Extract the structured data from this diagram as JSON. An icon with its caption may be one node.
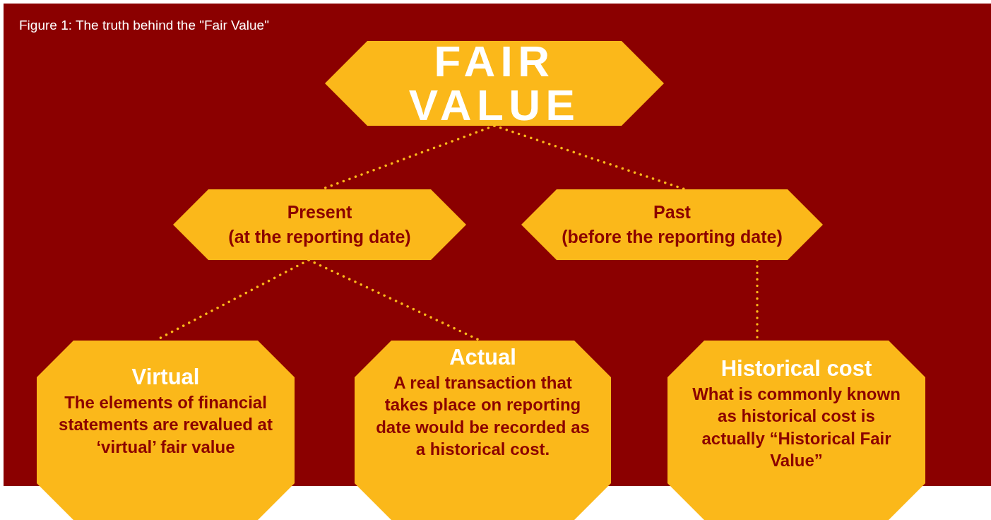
{
  "diagram": {
    "title": "Figure 1: The truth behind the \"Fair Value\"",
    "nodes": [
      {
        "text": [
          "FAIR VALUE"
        ]
      },
      {
        "text": [
          "Present",
          "(at the reporting date)"
        ]
      },
      {
        "text": [
          "Past",
          "(before the reporting date)"
        ]
      },
      {
        "text": [
          "Virtual",
          "The elements of financial statements are revalued at ‘virtual’ fair value"
        ]
      },
      {
        "text": [
          "Actual",
          "A real transaction that takes place on reporting date would be recorded as a historical cost."
        ]
      },
      {
        "text": [
          "Historical cost",
          "What is commonly known as historical cost is actually “Historical Fair Value”"
        ]
      }
    ],
    "edges": [
      {
        "from": 0,
        "to": 1,
        "arrow": "none",
        "style": "dashed"
      },
      {
        "from": 0,
        "to": 2,
        "arrow": "none",
        "style": "dashed"
      },
      {
        "from": 1,
        "to": 3,
        "arrow": "none",
        "style": "dashed"
      },
      {
        "from": 1,
        "to": 4,
        "arrow": "none",
        "style": "dashed"
      },
      {
        "from": 2,
        "to": 5,
        "arrow": "none",
        "style": "dashed"
      }
    ]
  }
}
